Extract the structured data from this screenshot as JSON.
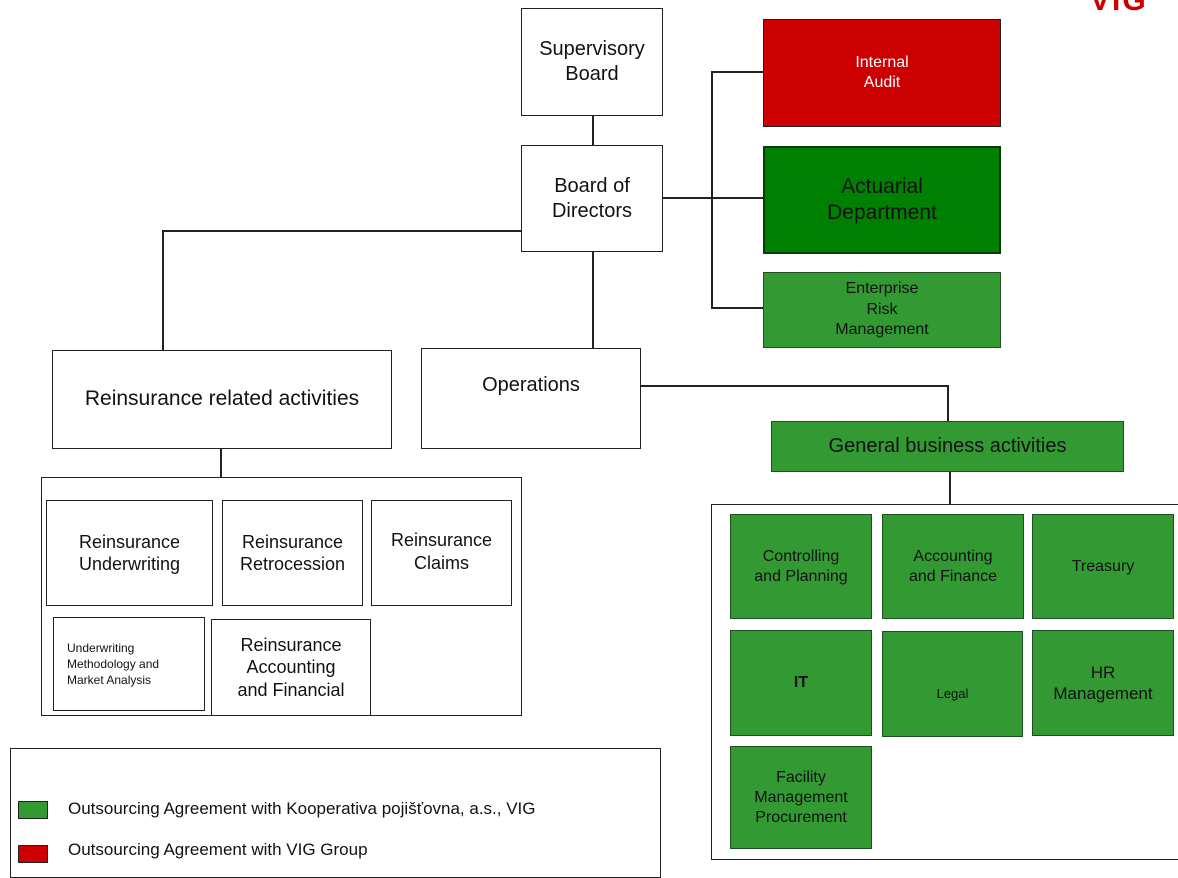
{
  "logo": {
    "text": "VIG",
    "color": "#cc0000"
  },
  "colors": {
    "kooperativa_green": "#339933",
    "vig_red": "#cc0000",
    "actuarial_green": "#008000"
  },
  "nodes": {
    "supervisory_board": "Supervisory\nBoard",
    "board_of_directors": "Board of\nDirectors",
    "internal_audit": "Internal\nAudit",
    "actuarial_department": "Actuarial\nDepartment",
    "enterprise_risk_management": "Enterprise\nRisk\nManagement",
    "reinsurance_related_activities": "Reinsurance related activities",
    "operations": "Operations",
    "general_business_activities": "General business activities",
    "reinsurance_underwriting": "Reinsurance\nUnderwriting",
    "reinsurance_retrocession": "Reinsurance\nRetrocession",
    "reinsurance_claims": "Reinsurance\nClaims",
    "underwriting_methodology": "Underwriting\nMethodology and\nMarket Analysis",
    "reinsurance_accounting": "Reinsurance\nAccounting\nand Financial",
    "controlling_planning": "Controlling\nand Planning",
    "accounting_finance": "Accounting\nand Finance",
    "treasury": "Treasury",
    "it": "IT",
    "legal": "Legal",
    "hr_management": "HR\nManagement",
    "facility_management": "Facility\nManagement\nProcurement"
  },
  "legend": {
    "kooperativa": "Outsourcing Agreement with Kooperativa pojišťovna, a.s., VIG",
    "vig_group": "Outsourcing Agreement with VIG Group"
  }
}
